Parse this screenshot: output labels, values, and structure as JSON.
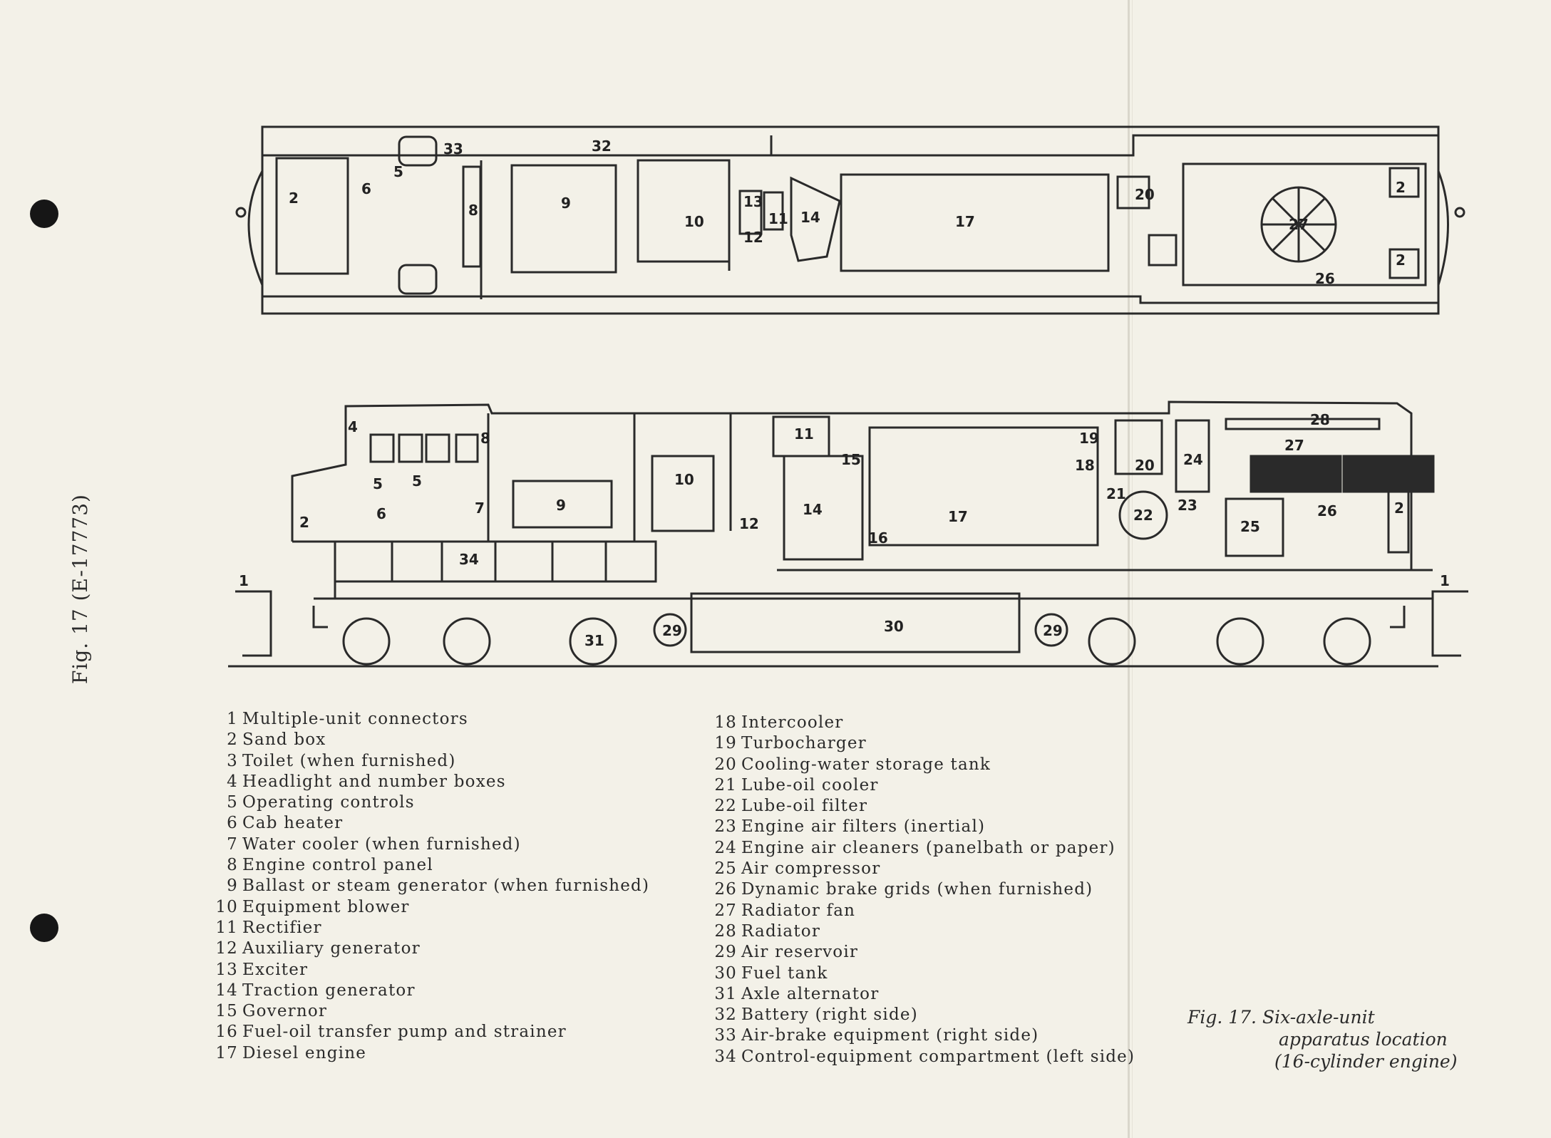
{
  "side_caption": "Fig. 17 (E-17773)",
  "legend_left": [
    {
      "num": "1",
      "label": "Multiple-unit connectors"
    },
    {
      "num": "2",
      "label": "Sand box"
    },
    {
      "num": "3",
      "label": "Toilet (when furnished)"
    },
    {
      "num": "4",
      "label": "Headlight and number boxes"
    },
    {
      "num": "5",
      "label": "Operating controls"
    },
    {
      "num": "6",
      "label": "Cab heater"
    },
    {
      "num": "7",
      "label": "Water cooler (when furnished)"
    },
    {
      "num": "8",
      "label": "Engine control panel"
    },
    {
      "num": "9",
      "label": "Ballast or steam generator (when furnished)"
    },
    {
      "num": "10",
      "label": "Equipment blower"
    },
    {
      "num": "11",
      "label": "Rectifier"
    },
    {
      "num": "12",
      "label": "Auxiliary generator"
    },
    {
      "num": "13",
      "label": "Exciter"
    },
    {
      "num": "14",
      "label": "Traction generator"
    },
    {
      "num": "15",
      "label": "Governor"
    },
    {
      "num": "16",
      "label": "Fuel-oil transfer pump and strainer"
    },
    {
      "num": "17",
      "label": "Diesel engine"
    }
  ],
  "legend_right": [
    {
      "num": "18",
      "label": "Intercooler"
    },
    {
      "num": "19",
      "label": "Turbocharger"
    },
    {
      "num": "20",
      "label": "Cooling-water storage tank"
    },
    {
      "num": "21",
      "label": "Lube-oil cooler"
    },
    {
      "num": "22",
      "label": "Lube-oil filter"
    },
    {
      "num": "23",
      "label": "Engine air filters (inertial)"
    },
    {
      "num": "24",
      "label": "Engine air cleaners (panelbath or paper)"
    },
    {
      "num": "25",
      "label": "Air compressor"
    },
    {
      "num": "26",
      "label": "Dynamic brake grids (when furnished)"
    },
    {
      "num": "27",
      "label": "Radiator fan"
    },
    {
      "num": "28",
      "label": "Radiator"
    },
    {
      "num": "29",
      "label": "Air reservoir"
    },
    {
      "num": "30",
      "label": "Fuel tank"
    },
    {
      "num": "31",
      "label": "Axle alternator"
    },
    {
      "num": "32",
      "label": "Battery (right side)"
    },
    {
      "num": "33",
      "label": "Air-brake equipment (right side)"
    },
    {
      "num": "34",
      "label": "Control-equipment compartment (left side)"
    }
  ],
  "figure_caption": {
    "line1": "Fig. 17.  Six-axle-unit",
    "line2": "apparatus location",
    "line3": "(16-cylinder engine)"
  },
  "top_view_labels": [
    "2",
    "6",
    "5",
    "33",
    "32",
    "8",
    "9",
    "10",
    "13",
    "11",
    "12",
    "14",
    "17",
    "20",
    "27",
    "26",
    "2",
    "2"
  ],
  "side_view_labels": [
    "4",
    "8",
    "5",
    "5",
    "6",
    "7",
    "2",
    "1",
    "9",
    "10",
    "11",
    "12",
    "14",
    "15",
    "16",
    "17",
    "19",
    "18",
    "20",
    "21",
    "22",
    "23",
    "24",
    "25",
    "28",
    "27",
    "26",
    "2",
    "1",
    "29",
    "30",
    "29",
    "31",
    "34"
  ]
}
